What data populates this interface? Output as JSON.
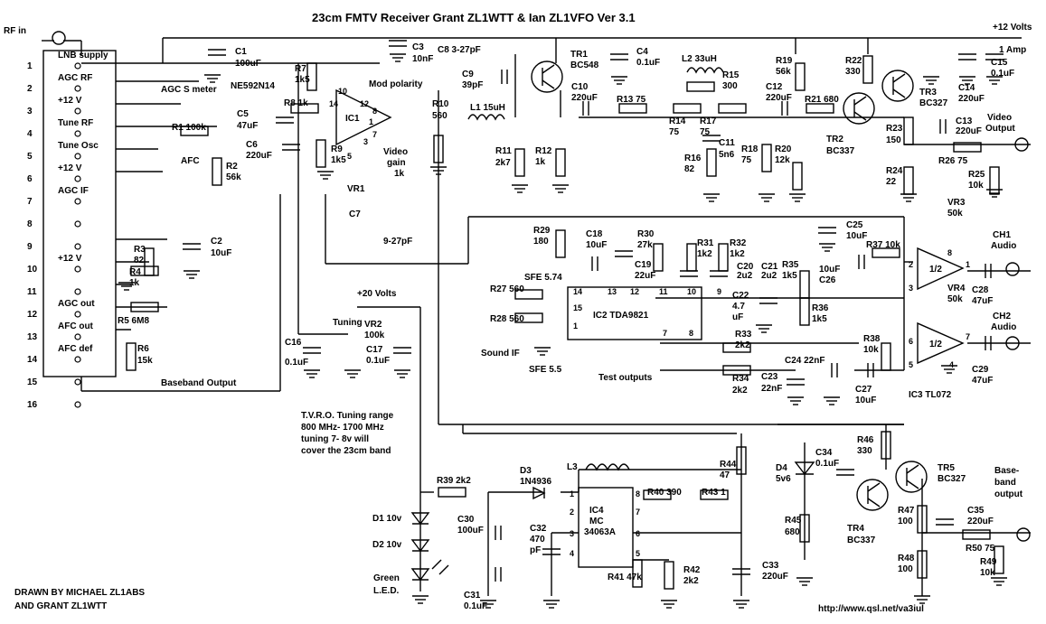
{
  "title": "23cm FMTV Receiver    Grant ZL1WTT  & Ian ZL1VFO    Ver 3.1",
  "credits": [
    "DRAWN BY MICHAEL ZL1ABS",
    "AND GRANT ZL1WTT"
  ],
  "url": "http://www.qsl.net/va3iul",
  "note": [
    "T.V.R.O. Tuning range",
    "800 MHz- 1700 MHz",
    "tuning 7- 8v will",
    "cover the 23cm band"
  ],
  "connector": {
    "rf_in": "RF in",
    "pins": [
      "1",
      "2",
      "3",
      "4",
      "5",
      "6",
      "7",
      "8",
      "9",
      "10",
      "11",
      "12",
      "13",
      "14",
      "15",
      "16"
    ],
    "labels": [
      "LNB supply",
      "AGC RF",
      "+12 V",
      "Tune RF",
      "Tune Osc",
      "+12 V",
      "AGC IF",
      "",
      "",
      "+12 V",
      "",
      "AGC out",
      "AFC out",
      "AFC def",
      "",
      ""
    ]
  },
  "supplies": {
    "plus12": "+12 Volts",
    "fuse": "1 Amp",
    "plus20": "+20 Volts",
    "baseband_output": "Baseband Output"
  },
  "ics": {
    "ic1": "IC1",
    "ic1_part": "NE592N14",
    "ic2": "IC2  TDA9821",
    "ic3": "IC3  TL072",
    "ic4_name": "IC4",
    "ic4_part1": "MC",
    "ic4_part2": "34063A",
    "half": "1/2"
  },
  "labels": {
    "agc_smeter": "AGC  S meter",
    "afc": "AFC",
    "mod_polarity": "Mod polarity",
    "video_gain": "Video",
    "video_gain2": "gain",
    "vr1_value": "1k",
    "vr1": "VR1",
    "c7": "C7",
    "c7_value": "9-27pF",
    "sfe574": "SFE 5.74",
    "sfe55": "SFE 5.5",
    "sound_if": "Sound IF",
    "test_outputs": "Test outputs",
    "tuning": "Tuning",
    "video_output": "Video",
    "video_output2": "Output",
    "ch1": "CH1",
    "ch2": "CH2",
    "audio": "Audio",
    "baseband": "Base-",
    "baseband2": "band",
    "baseband3": "output",
    "d1": "D1 10v",
    "d2": "D2 10v",
    "green": "Green",
    "led": "L.E.D."
  },
  "components": {
    "c1": [
      "C1",
      "100uF"
    ],
    "c3": [
      "C3",
      "10nF"
    ],
    "c4": [
      "C4",
      "0.1uF"
    ],
    "c5": [
      "C5",
      "47uF"
    ],
    "c6": [
      "C6",
      "220uF"
    ],
    "c8": "C8 3-27pF",
    "c9": [
      "C9",
      "39pF"
    ],
    "c10": [
      "C10",
      "220uF"
    ],
    "c11": [
      "C11",
      "5n6"
    ],
    "c12": [
      "C12",
      "220uF"
    ],
    "c13": [
      "C13",
      "220uF"
    ],
    "c14": [
      "C14",
      "220uF"
    ],
    "c15": [
      "C15",
      "0.1uF"
    ],
    "c16": [
      "C16",
      "0.1uF"
    ],
    "c17": [
      "C17",
      "0.1uF"
    ],
    "c18": [
      "C18",
      "10uF"
    ],
    "c19": [
      "C19",
      "22uF"
    ],
    "c20": [
      "C20",
      "2u2"
    ],
    "c21": [
      "C21",
      "2u2"
    ],
    "c22": [
      "C22",
      "4.7",
      "uF"
    ],
    "c23": [
      "C23",
      "22nF"
    ],
    "c24": "C24 22nF",
    "c25": [
      "C25",
      "10uF"
    ],
    "c26": [
      "10uF",
      "C26"
    ],
    "c27": [
      "C27",
      "10uF"
    ],
    "c28": [
      "C28",
      "47uF"
    ],
    "c29": [
      "C29",
      "47uF"
    ],
    "c30": [
      "C30",
      "100uF"
    ],
    "c31": [
      "C31",
      "0.1uF"
    ],
    "c32": [
      "C32",
      "470",
      "pF"
    ],
    "c33": [
      "C33",
      "220uF"
    ],
    "c34": [
      "C34",
      "0.1uF"
    ],
    "c35": [
      "C35",
      "220uF"
    ],
    "c2": [
      "C2",
      "10uF"
    ],
    "r1": "R1 100k",
    "r2": [
      "R2",
      "56k"
    ],
    "r3": [
      "R3",
      "82"
    ],
    "r4": [
      "R4",
      "1k"
    ],
    "r5": "R5  6M8",
    "r6": [
      "R6",
      "15k"
    ],
    "r7": [
      "R7",
      "1k5"
    ],
    "r8": "R8 1k",
    "r9": [
      "R9",
      "1k5"
    ],
    "r10": [
      "R10",
      "560"
    ],
    "r11": [
      "R11",
      "2k7"
    ],
    "r12": [
      "R12",
      "1k"
    ],
    "r13": "R13 75",
    "r14": [
      "R14",
      "75"
    ],
    "r15": [
      "R15",
      "300"
    ],
    "r16": [
      "R16",
      "82"
    ],
    "r17": [
      "R17",
      "75"
    ],
    "r18": [
      "R18",
      "75"
    ],
    "r19": [
      "R19",
      "56k"
    ],
    "r20": [
      "R20",
      "12k"
    ],
    "r21": "R21 680",
    "r22": [
      "R22",
      "330"
    ],
    "r23": [
      "R23",
      "150"
    ],
    "r24": [
      "R24",
      "22"
    ],
    "r25": [
      "R25",
      "10k"
    ],
    "r26": "R26 75",
    "r27": "R27 560",
    "r28": "R28 560",
    "r29": [
      "R29",
      "180"
    ],
    "r30": [
      "R30",
      "27k"
    ],
    "r31": [
      "R31",
      "1k2"
    ],
    "r32": [
      "R32",
      "1k2"
    ],
    "r33": [
      "R33",
      "2k2"
    ],
    "r34": [
      "R34",
      "2k2"
    ],
    "r35": [
      "R35",
      "1k5"
    ],
    "r36": [
      "R36",
      "1k5"
    ],
    "r37": "R37 10k",
    "r38": [
      "R38",
      "10k"
    ],
    "r39": "R39 2k2",
    "r40": "R40 390",
    "r41": "R41 47k",
    "r42": [
      "R42",
      "2k2"
    ],
    "r43": "R43 1",
    "r44": [
      "R44",
      "47"
    ],
    "r45": [
      "R45",
      "680"
    ],
    "r46": [
      "R46",
      "330"
    ],
    "r47": [
      "R47",
      "100"
    ],
    "r48": [
      "R48",
      "100"
    ],
    "r49": [
      "R49",
      "10k"
    ],
    "r50": "R50 75",
    "l1": "L1 15uH",
    "l2": "L2  33uH",
    "l3": "L3",
    "vr2": [
      "VR2",
      "100k"
    ],
    "vr3": [
      "VR3",
      "50k"
    ],
    "vr4": [
      "VR4",
      "50k"
    ],
    "tr1": [
      "TR1",
      "BC548"
    ],
    "tr2": [
      "TR2",
      "BC337"
    ],
    "tr3": [
      "TR3",
      "BC327"
    ],
    "tr4": [
      "TR4",
      "BC337"
    ],
    "tr5": [
      "TR5",
      "BC327"
    ],
    "d3": [
      "D3",
      "1N4936"
    ],
    "d4": [
      "D4",
      "5v6"
    ]
  },
  "pin_numbers": {
    "ic1": [
      "10",
      "12",
      "14",
      "8",
      "1",
      "7",
      "3",
      "5"
    ],
    "ic2": [
      "14",
      "13",
      "12",
      "11",
      "10",
      "9",
      "15",
      "1",
      "7",
      "8"
    ],
    "ic3a": [
      "2",
      "3",
      "8",
      "1"
    ],
    "ic3b": [
      "6",
      "5",
      "4",
      "7"
    ],
    "ic4": [
      "1",
      "2",
      "3",
      "4",
      "8",
      "7",
      "6",
      "5"
    ]
  }
}
